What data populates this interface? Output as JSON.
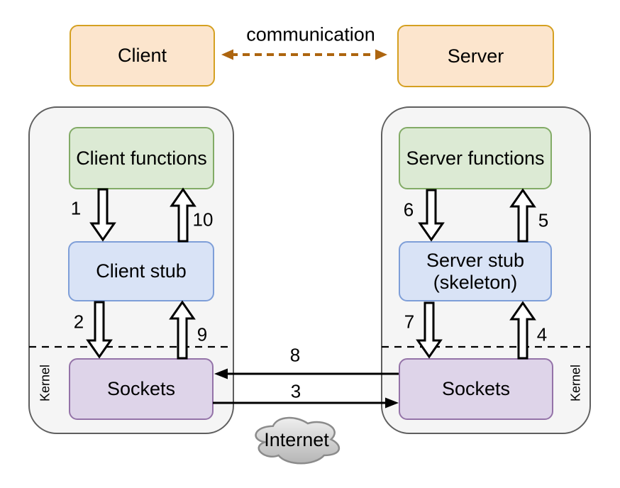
{
  "top": {
    "client": "Client",
    "server": "Server",
    "communication": "communication"
  },
  "client_machine": {
    "functions": "Client functions",
    "stub": "Client stub",
    "sockets": "Sockets",
    "kernel": "Kernel"
  },
  "server_machine": {
    "functions": "Server functions",
    "stub_line1": "Server stub",
    "stub_line2": "(skeleton)",
    "sockets": "Sockets",
    "kernel": "Kernel"
  },
  "steps": {
    "s1": "1",
    "s2": "2",
    "s3": "3",
    "s4": "4",
    "s5": "5",
    "s6": "6",
    "s7": "7",
    "s8": "8",
    "s9": "9",
    "s10": "10"
  },
  "network": {
    "cloud": "Internet"
  },
  "colors": {
    "orange_fill": "#fce5cd",
    "orange_border": "#d5a021",
    "green_fill": "#dcead4",
    "green_border": "#82ab66",
    "blue_fill": "#d9e3f6",
    "blue_border": "#7e9ed8",
    "purple_fill": "#ded4e9",
    "purple_border": "#9473a8",
    "machine_fill": "#f5f5f5",
    "machine_border": "#5f5f5f",
    "communication_arrow": "#ad650f",
    "cloud_gradient_top": "#efefef",
    "cloud_gradient_bottom": "#b5b5b5",
    "cloud_border": "#8b8b8b",
    "plain_arrow": "#000000"
  }
}
